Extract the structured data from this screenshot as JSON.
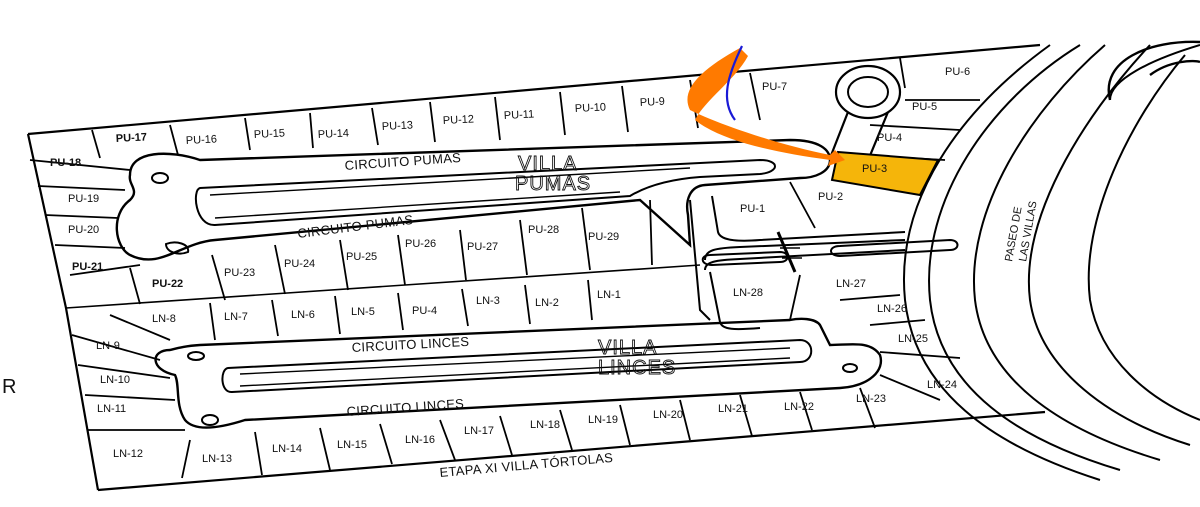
{
  "map": {
    "villa_pumas": [
      "VILLA",
      "PUMAS"
    ],
    "villa_linces": [
      "VILLA",
      "LINCES"
    ],
    "circuito_pumas_top": "CIRCUITO PUMAS",
    "circuito_pumas_bottom": "CIRCUITO PUMAS",
    "circuito_linces_top": "CIRCUITO LINCES",
    "circuito_linces_bottom": "CIRCUITO LINCES",
    "paseo": [
      "PASEO DE",
      "LAS VILLAS"
    ],
    "etapa": "ETAPA XI VILLA TÓRTOLAS",
    "edge_letter": "R",
    "highlight_color": "#f5b50a",
    "arrow_color": "#ff7a00",
    "arrow_outline_color": "#1a1ad6",
    "highlighted_lot": "PU-3",
    "pumas_lots": [
      "PU-1",
      "PU-2",
      "PU-3",
      "PU-4",
      "PU-5",
      "PU-6",
      "PU-7",
      "PU-9",
      "PU-10",
      "PU-11",
      "PU-12",
      "PU-13",
      "PU-14",
      "PU-15",
      "PU-16",
      "PU-17",
      "PU-18",
      "PU-19",
      "PU-20",
      "PU-21",
      "PU-22",
      "PU-23",
      "PU-24",
      "PU-25",
      "PU-26",
      "PU-27",
      "PU-28",
      "PU-29"
    ],
    "linces_lots": [
      "LN-1",
      "LN-2",
      "LN-3",
      "PU-4",
      "LN-5",
      "LN-6",
      "LN-7",
      "LN-8",
      "LN-9",
      "LN-10",
      "LN-11",
      "LN-12",
      "LN-13",
      "LN-14",
      "LN-15",
      "LN-16",
      "LN-17",
      "LN-18",
      "LN-19",
      "LN-20",
      "LN-21",
      "LN-22",
      "LN-23",
      "LN-24",
      "LN-25",
      "LN-26",
      "LN-27",
      "LN-28"
    ]
  }
}
